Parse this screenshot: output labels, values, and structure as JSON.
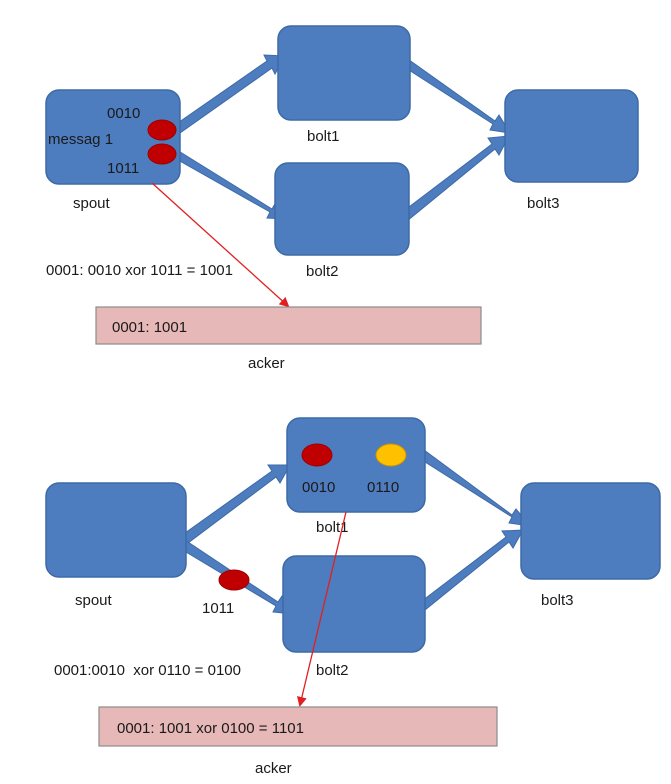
{
  "colors": {
    "node": "#4e7dbf",
    "acker": "#e6b8b7",
    "token_red": "#c00000",
    "token_yellow": "#ffc000",
    "ack_line": "#e02020"
  },
  "diagram1": {
    "spout_label": "spout",
    "bolt1_label": "bolt1",
    "bolt2_label": "bolt2",
    "bolt3_label": "bolt3",
    "tuple_id_1": "0010",
    "tuple_id_2": "1011",
    "message_label": "messag 1",
    "equation": "0001: 0010 xor 1011 = 1001",
    "acker_value": "0001: 1001",
    "acker_label": "acker"
  },
  "diagram2": {
    "spout_label": "spout",
    "bolt1_label": "bolt1",
    "bolt2_label": "bolt2",
    "bolt3_label": "bolt3",
    "bolt1_token_1": "0010",
    "bolt1_token_2": "0110",
    "edge_token": "1011",
    "equation": "0001:0010  xor 0110 = 0100",
    "acker_value": "0001: 1001 xor 0100 = 1101",
    "acker_label": "acker"
  }
}
